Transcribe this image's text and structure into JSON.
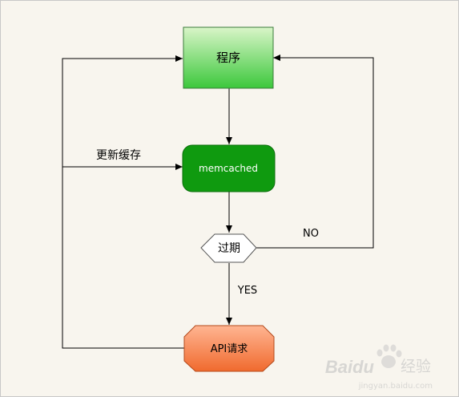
{
  "nodes": {
    "program": {
      "label": "程序",
      "fill_top": "#d9f5c8",
      "fill_bottom": "#3cc83c",
      "stroke": "#3a7a3a"
    },
    "memcached": {
      "label": "memcached",
      "fill": "#0f9a0f",
      "stroke": "#0b6e0b",
      "text_color": "#ffffff"
    },
    "expired": {
      "label": "过期",
      "fill": "#ffffff",
      "stroke": "#555555"
    },
    "api": {
      "label": "API请求",
      "fill_top": "#ffb592",
      "fill_bottom": "#f06a2e",
      "stroke": "#b34a1c"
    }
  },
  "edges": {
    "update_cache": {
      "label": "更新缓存"
    },
    "no": {
      "label": "NO"
    },
    "yes": {
      "label": "YES"
    }
  },
  "watermark": {
    "brand": "Baidu",
    "product": "经验",
    "url": "jingyan.baidu.com"
  }
}
